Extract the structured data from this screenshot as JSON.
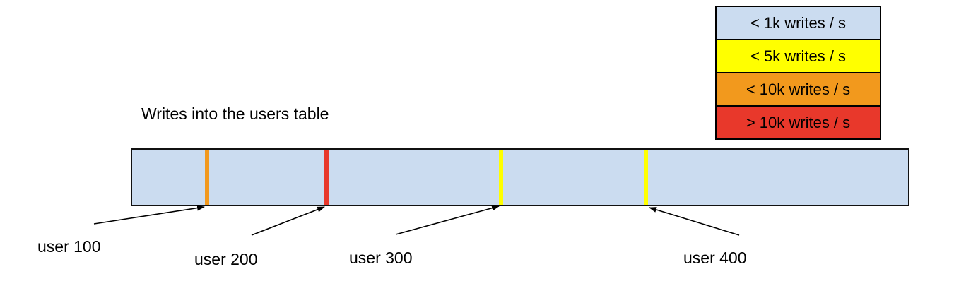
{
  "title": "Writes into the users table",
  "legend": {
    "items": [
      {
        "label": "< 1k writes / s",
        "color": "#cbdcf0"
      },
      {
        "label": "< 5k writes / s",
        "color": "#ffff00"
      },
      {
        "label": "< 10k writes / s",
        "color": "#f2991d"
      },
      {
        "label": "> 10k writes / s",
        "color": "#e8382b"
      }
    ]
  },
  "bar": {
    "fill": "#cbdcf0",
    "markers": [
      {
        "user": "user 100",
        "color": "#f2991d"
      },
      {
        "user": "user 200",
        "color": "#e8382b"
      },
      {
        "user": "user 300",
        "color": "#ffff00"
      },
      {
        "user": "user 400",
        "color": "#ffff00"
      }
    ]
  }
}
